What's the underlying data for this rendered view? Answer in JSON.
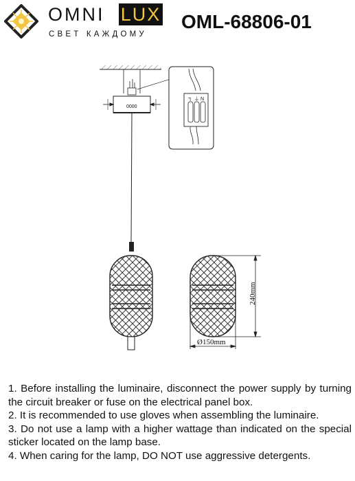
{
  "header": {
    "brand_first": "OMNI",
    "brand_second": "LUX",
    "slogan": "СВЕТ КАЖДОМУ",
    "model_number": "OML-68806-01"
  },
  "diagram": {
    "diameter_label": "Ø150mm",
    "height_label": "240mm",
    "connector_labels": [
      "L",
      "⏚",
      "N"
    ],
    "box_label": "0000"
  },
  "instructions": [
    "1. Before installing the luminaire, disconnect the power supply by turning the circuit breaker or fuse on the electrical panel box.",
    "2. It is recommended to use gloves when assembling the luminaire.",
    "3. Do not use a lamp with a higher wattage than indicated on the special sticker located on the lamp base.",
    "4. When caring for the lamp, DO NOT use aggressive detergents."
  ],
  "colors": {
    "brand_yellow": "#f2c641",
    "text": "#111111"
  }
}
